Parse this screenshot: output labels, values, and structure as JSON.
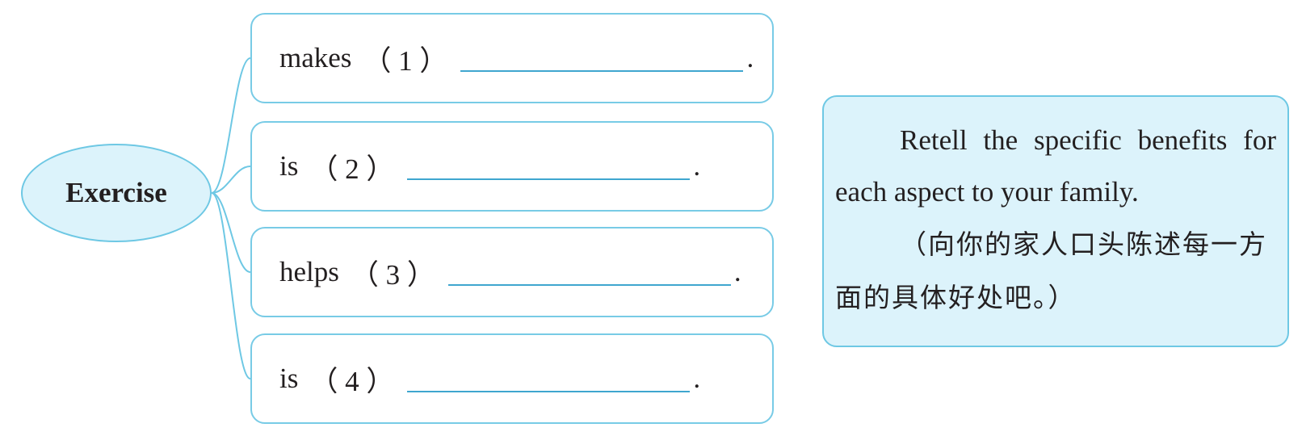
{
  "exercise": {
    "label": "Exercise"
  },
  "sentences": [
    {
      "verb": "makes",
      "number": "（ 1 ）",
      "period": "."
    },
    {
      "verb": "is",
      "number": "（ 2 ）",
      "period": "."
    },
    {
      "verb": "helps",
      "number": "（ 3 ）",
      "period": "."
    },
    {
      "verb": "is",
      "number": "（ 4 ）",
      "period": "."
    }
  ],
  "instruction": {
    "english": "Retell the specific benefits for each aspect to your family.",
    "chinese": "（向你的家人口头陈述每一方面的具体好处吧。）"
  },
  "colors": {
    "accent_border": "#6ec8e4",
    "accent_fill": "#dcf3fb",
    "blank_line": "#3fa6cf",
    "text": "#231f20"
  }
}
